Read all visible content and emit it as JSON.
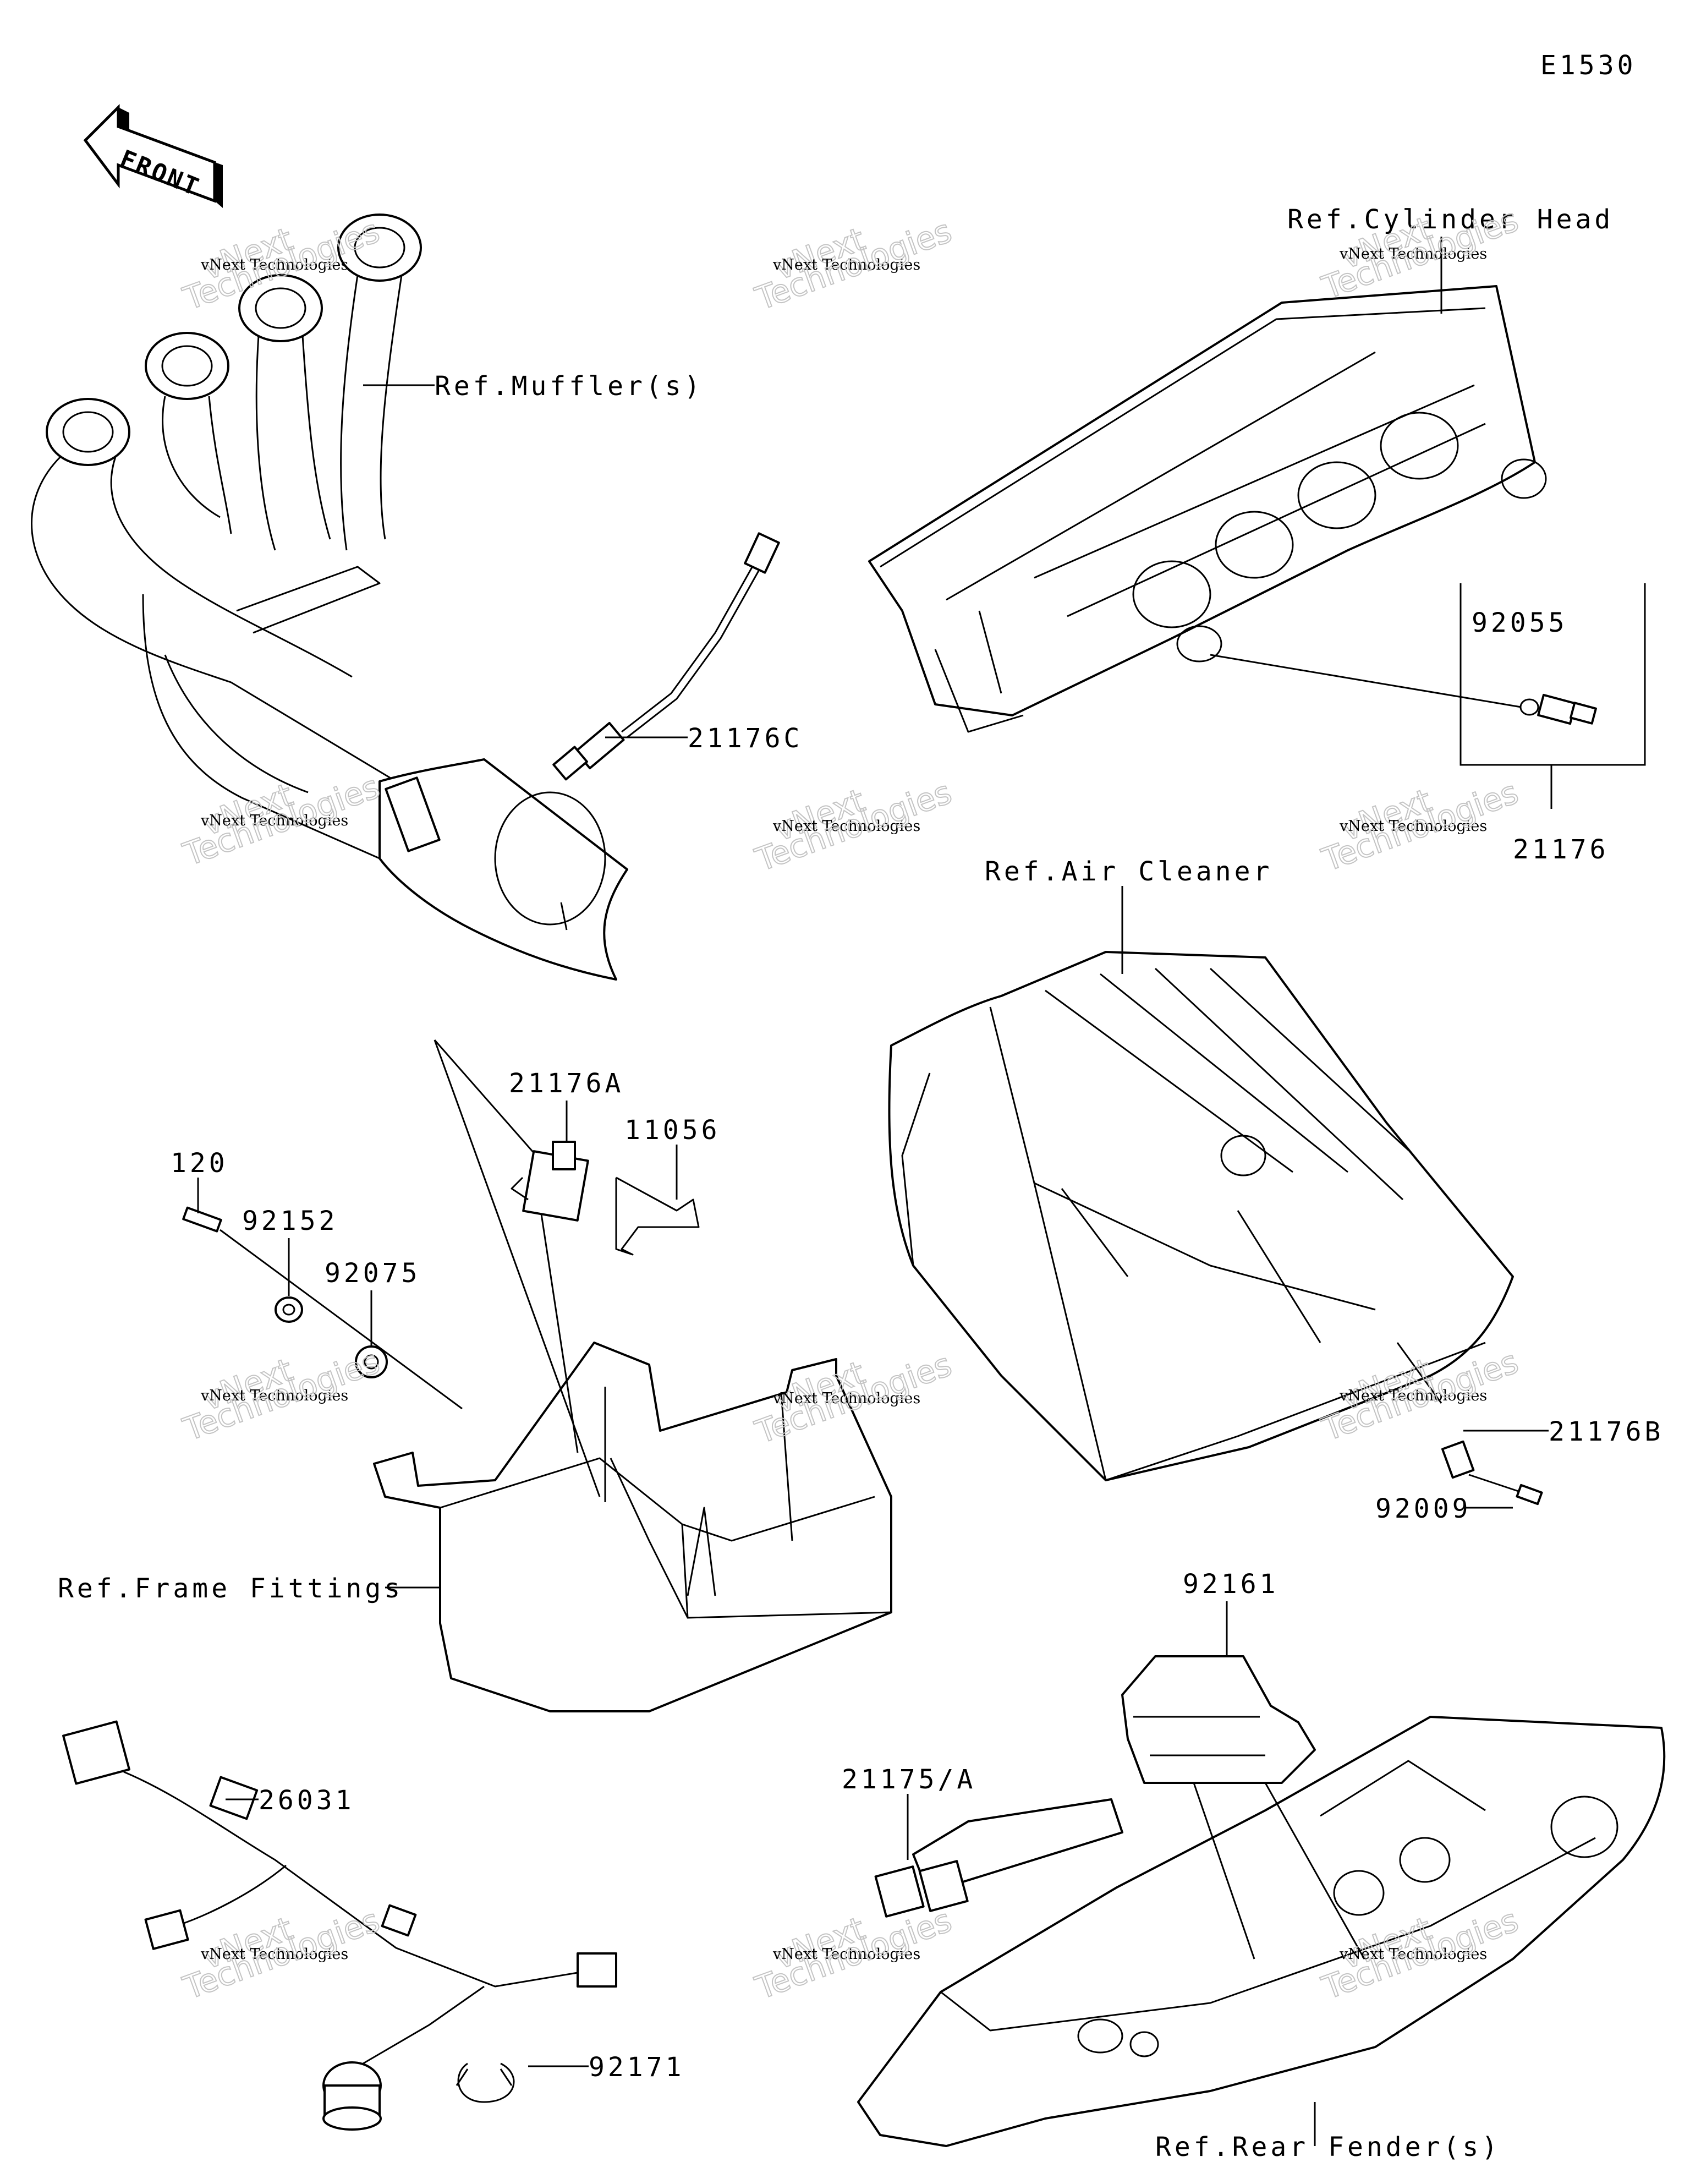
{
  "diagram_code": "E1530",
  "front_label": "FRONT",
  "references": {
    "mufflers": "Ref.Muffler(s)",
    "cylinder_head": "Ref.Cylinder Head",
    "air_cleaner": "Ref.Air Cleaner",
    "frame_fittings": "Ref.Frame Fittings",
    "rear_fenders": "Ref.Rear Fender(s)"
  },
  "parts": {
    "p21176C": "21176C",
    "p92055": "92055",
    "p21176": "21176",
    "p21176A": "21176A",
    "p11056": "11056",
    "p120": "120",
    "p92152": "92152",
    "p92075": "92075",
    "p21176B": "21176B",
    "p92009": "92009",
    "p92161": "92161",
    "p21175A": "21175/A",
    "p26031": "26031",
    "p92171": "92171"
  },
  "watermark": {
    "line1": "vNext Technologies",
    "line2": "vNext",
    "line3": "Technologies"
  }
}
